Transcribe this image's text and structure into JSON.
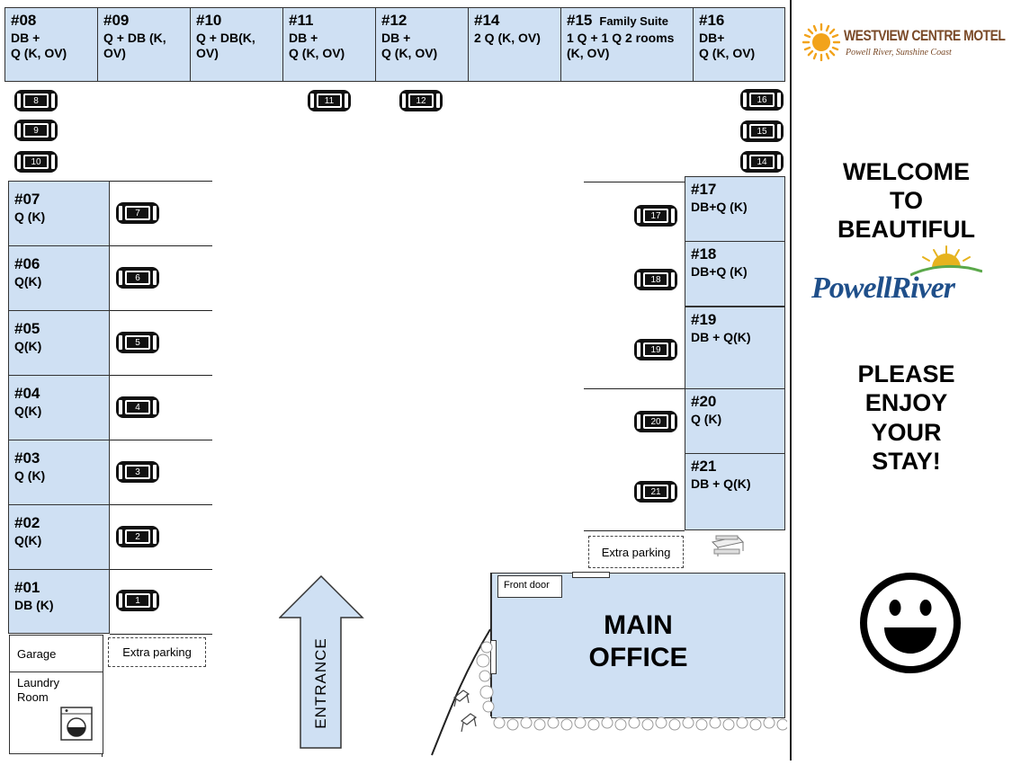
{
  "rooms_top": [
    {
      "num": "#08",
      "beds": "DB +\nQ (K, OV)"
    },
    {
      "num": "#09",
      "beds": "Q + DB  (K,\nOV)"
    },
    {
      "num": "#10",
      "beds": "Q + DB(K,\nOV)"
    },
    {
      "num": "#11",
      "beds": " DB +\nQ (K, OV)"
    },
    {
      "num": "#12",
      "beds": "DB +\nQ (K, OV)"
    },
    {
      "num": "#14",
      "beds": "2 Q (K, OV)"
    },
    {
      "num": "#15",
      "suite": "Family Suite",
      "beds": "1 Q + 1 Q 2 rooms\n(K, OV)"
    },
    {
      "num": "#16",
      "beds": "DB+\nQ (K, OV)"
    }
  ],
  "rooms_left": [
    {
      "num": "#07",
      "beds": "Q (K)"
    },
    {
      "num": "#06",
      "beds": "Q(K)"
    },
    {
      "num": "#05",
      "beds": "Q(K)"
    },
    {
      "num": "#04",
      "beds": "Q(K)"
    },
    {
      "num": "#03",
      "beds": "Q (K)"
    },
    {
      "num": "#02",
      "beds": "Q(K)"
    },
    {
      "num": "#01",
      "beds": "DB (K)"
    }
  ],
  "rooms_right": [
    {
      "num": "#17",
      "beds": "DB+Q (K)"
    },
    {
      "num": "#18",
      "beds": "DB+Q (K)"
    },
    {
      "num": "#19",
      "beds": "DB + Q(K)"
    },
    {
      "num": "#20",
      "beds": "Q (K)"
    },
    {
      "num": "#21",
      "beds": "DB + Q(K)"
    }
  ],
  "parking_spots": [
    "8",
    "9",
    "10",
    "11",
    "12",
    "16",
    "15",
    "14",
    "7",
    "6",
    "5",
    "4",
    "3",
    "2",
    "1",
    "17",
    "18",
    "19",
    "20",
    "21"
  ],
  "labels": {
    "garage": "Garage",
    "laundry": "Laundry\nRoom",
    "extra_parking_left": "Extra parking",
    "extra_parking_right": "Extra parking",
    "front_door": "Front door",
    "main_office": "MAIN\nOFFICE",
    "entrance": "ENTRANCE"
  },
  "brand": {
    "name": "WESTVIEW CENTRE MOTEL",
    "tagline": "Powell River, Sunshine Coast"
  },
  "welcome": "WELCOME\nTO\nBEAUTIFUL",
  "logo_text": "PowellRiver",
  "enjoy": "PLEASE\nENJOY\nYOUR\nSTAY!",
  "colors": {
    "room_fill": "#cfe0f3",
    "car_body": "#111111",
    "logo_blue": "#1f4f8a",
    "logo_green": "#5aa84a",
    "logo_gold": "#e6b31e",
    "brand_brown": "#7a4a28",
    "sun_orange": "#f2a31b"
  }
}
